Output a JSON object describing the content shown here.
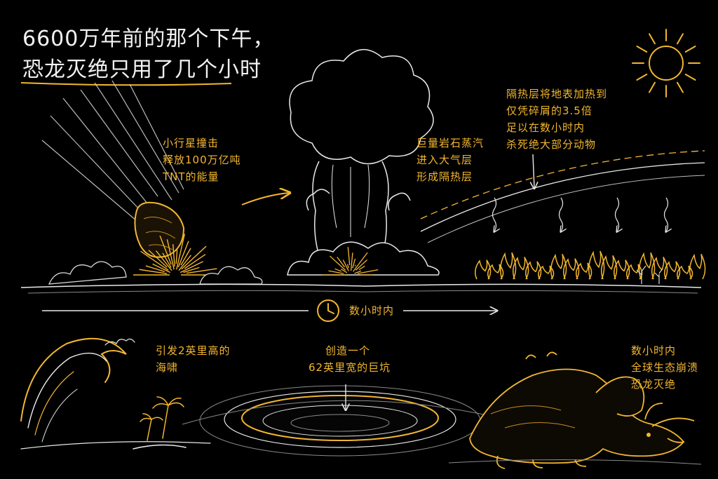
{
  "colors": {
    "background": "#000000",
    "accent": "#f3b62f",
    "chalk": "#e9e9e9"
  },
  "title": {
    "line1": "6600万年前的那个下午，",
    "line2": "恐龙灭绝只用了几个小时"
  },
  "stages": {
    "impact": {
      "line1": "小行星撞击",
      "line2": "释放100万亿吨",
      "line3": "TNT的能量"
    },
    "vapor": {
      "line1": "巨量岩石蒸汽",
      "line2": "进入大气层",
      "line3": "形成隔热层"
    },
    "heat": {
      "line1": "隔热层将地表加热到",
      "line2": "仅凭碎屑的3.5倍",
      "line3": "足以在数小时内",
      "line4": "杀死绝大部分动物"
    }
  },
  "timeline": {
    "label": "数小时内",
    "icon": "clock-icon"
  },
  "consequences": {
    "tsunami": {
      "line1": "引发2英里高的",
      "line2": "海啸"
    },
    "crater": {
      "line1": "创造一个",
      "line2": "62英里宽的巨坑"
    },
    "extinction": {
      "line1": "数小时内",
      "line2": "全球生态崩溃",
      "line3": "恐龙灭绝"
    }
  }
}
